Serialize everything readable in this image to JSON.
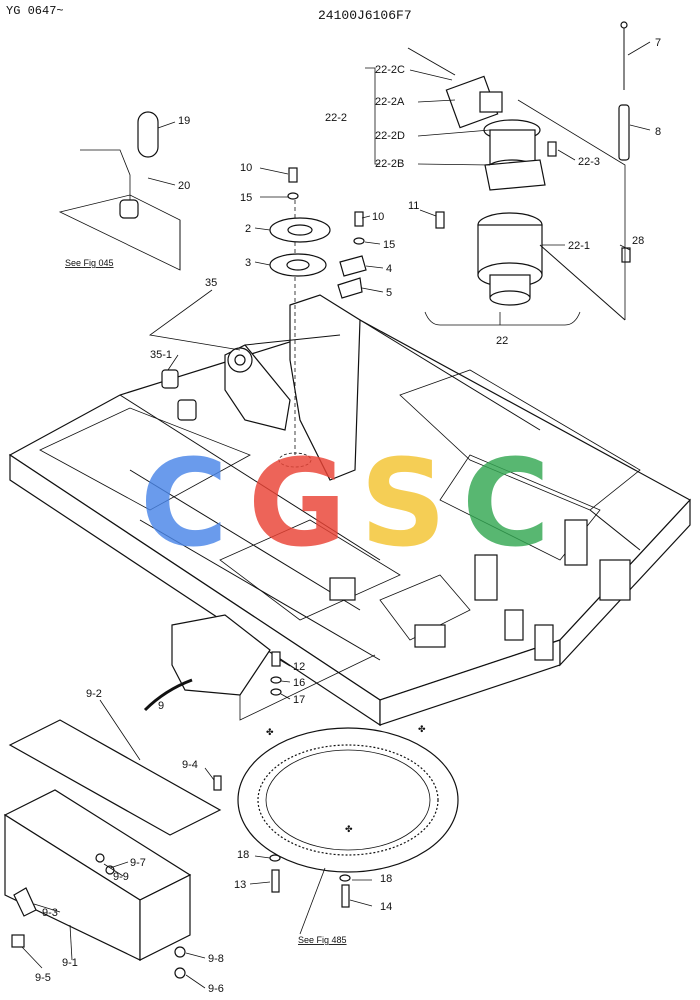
{
  "header": {
    "model_code": "YG 0647~",
    "drawing_number": "24100J6106F7"
  },
  "watermark": {
    "letters": [
      {
        "char": "C",
        "color": "#4A86E8"
      },
      {
        "char": "G",
        "color": "#EA4335"
      },
      {
        "char": "S",
        "color": "#F4C430"
      },
      {
        "char": "C",
        "color": "#34A853"
      }
    ]
  },
  "references": {
    "fig045": "See Fig 045",
    "fig485": "See Fig 485"
  },
  "callouts": {
    "c7": "7",
    "c8": "8",
    "c22_2c": "22-2C",
    "c22_2a": "22-2A",
    "c22_2": "22-2",
    "c22_2d": "22-2D",
    "c22_2b": "22-2B",
    "c22_3": "22-3",
    "c22_1": "22-1",
    "c22": "22",
    "c28": "28",
    "c11": "11",
    "c19": "19",
    "c20": "20",
    "c10a": "10",
    "c15a": "15",
    "c2": "2",
    "c3": "3",
    "c10b": "10",
    "c15b": "15",
    "c4": "4",
    "c5": "5",
    "c35": "35",
    "c35_1": "35-1",
    "c12": "12",
    "c16": "16",
    "c17": "17",
    "c9": "9",
    "c9_2": "9-2",
    "c9_4": "9-4",
    "c9_7": "9-7",
    "c9_9": "9-9",
    "c9_3": "9-3",
    "c9_1": "9-1",
    "c9_5": "9-5",
    "c9_8": "9-8",
    "c9_6": "9-6",
    "c18a": "18",
    "c13": "13",
    "c18b": "18",
    "c14": "14"
  }
}
